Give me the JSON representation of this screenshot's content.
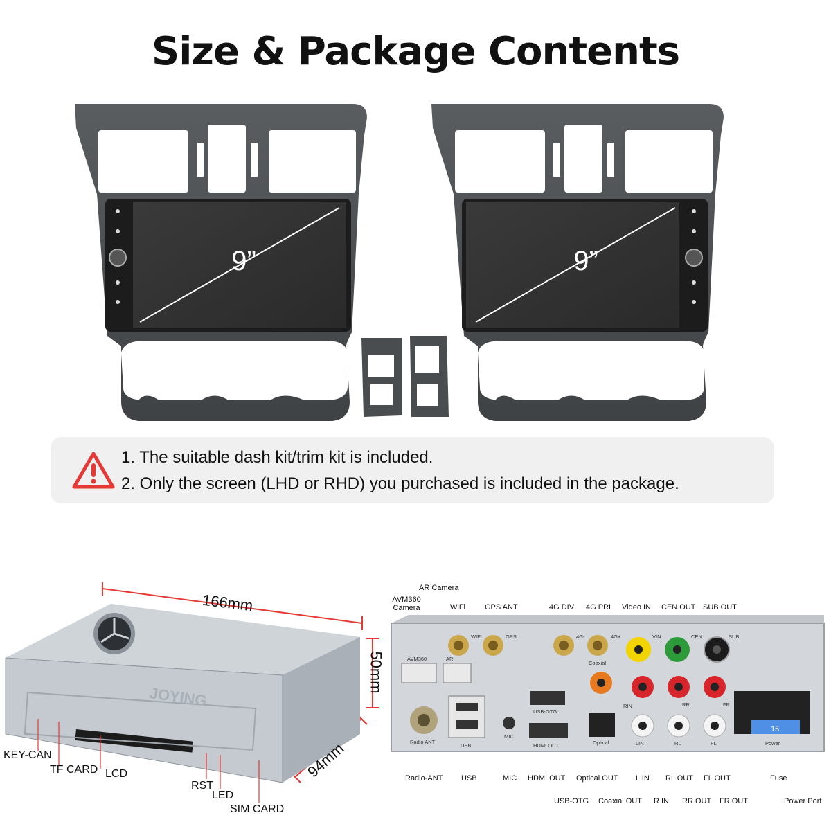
{
  "title": "Size & Package Contents",
  "screens": [
    {
      "size_label": "9”"
    },
    {
      "size_label": "9”"
    }
  ],
  "notes": [
    "1. The suitable dash kit/trim kit is included.",
    "2. Only the screen (LHD or RHD) you purchased is included in the package."
  ],
  "dimensions": {
    "width": "166mm",
    "height": "50mm",
    "depth": "94mm"
  },
  "unit_front_labels": [
    "KEY-CAN",
    "TF CARD",
    "LCD",
    "RST",
    "LED",
    "SIM CARD"
  ],
  "unit_brand": "JOYING",
  "rear_top_labels": {
    "ar_camera": "AR Camera",
    "avm360_camera": "AVM360\nCamera",
    "wifi": "WiFi",
    "gps_ant": "GPS ANT",
    "4g_div": "4G DIV",
    "4g_pri": "4G PRI",
    "video_in": "Video IN",
    "cen_out": "CEN OUT",
    "sub_out": "SUB OUT"
  },
  "rear_bottom_labels": {
    "radio_ant": "Radio-ANT",
    "usb": "USB",
    "mic": "MIC",
    "hdmi_out": "HDMI OUT",
    "usb_otg": "USB-OTG",
    "optical_out": "Optical OUT",
    "coaxial_out": "Coaxial OUT",
    "l_in": "L IN",
    "r_in": "R IN",
    "rl_out": "RL OUT",
    "rr_out": "RR OUT",
    "fl_out": "FL OUT",
    "fr_out": "FR OUT",
    "fuse": "Fuse",
    "power_port": "Power Port"
  },
  "panel_print": {
    "avm360": "AVM360",
    "ar": "AR",
    "wifi": "WIFI",
    "gps": "GPS",
    "4g_minus": "4G-",
    "4g_plus": "4G+",
    "vin": "VIN",
    "cen": "CEN",
    "sub": "SUB",
    "coaxial": "Coaxial",
    "usb_otg": "USB-OTG",
    "rin": "RIN",
    "rr": "RR",
    "fr": "FR",
    "radio_ant": "Radio ANT",
    "usb": "USB",
    "mic": "MIC",
    "hdmi_out": "HDMI OUT",
    "optical": "Optical",
    "lin": "LIN",
    "rl": "RL",
    "fl": "FL",
    "power": "Power",
    "fuse_value": "15"
  },
  "colors": {
    "warning": "#e53935",
    "rca_yellow": "#f2d400",
    "rca_green": "#2e9b3a",
    "rca_red": "#d6262b",
    "rca_white": "#f4f4f4",
    "rca_black": "#1b1b1b",
    "rca_orange": "#e77a20",
    "dim_line": "#e53935",
    "panel": "#d3d6da",
    "fuse": "#4f8fe6"
  }
}
